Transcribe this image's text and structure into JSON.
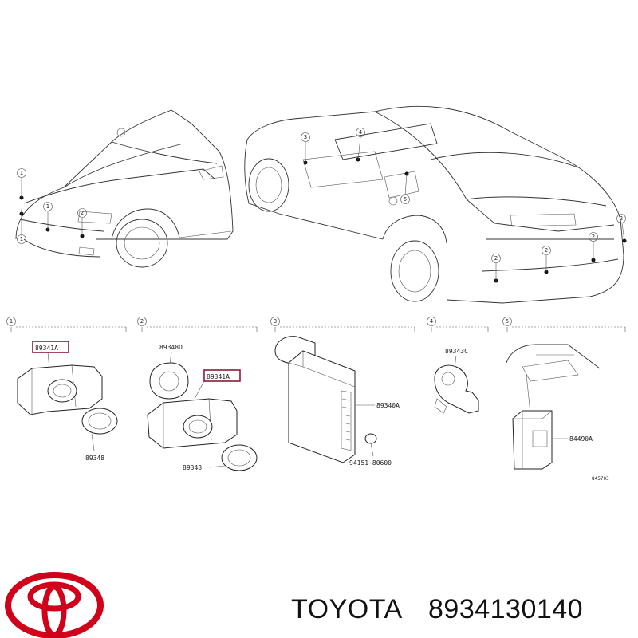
{
  "diagram": {
    "callouts": {
      "c1": "1",
      "c2": "2",
      "c3": "3",
      "c4": "4",
      "c5": "5"
    },
    "parts": {
      "p1_label": "89341A",
      "p1_sub": "89348",
      "p2_top": "89348D",
      "p2_label": "89341A",
      "p2_sub": "89348",
      "p3_label": "89340A",
      "p3_sub": "94151-80600",
      "p4_label": "89343C",
      "p5_label": "84490A",
      "ref_code": "845703"
    }
  },
  "footer": {
    "brand": "TOYOTA",
    "part_number": "8934130140",
    "logo_color": "#d0021b"
  }
}
